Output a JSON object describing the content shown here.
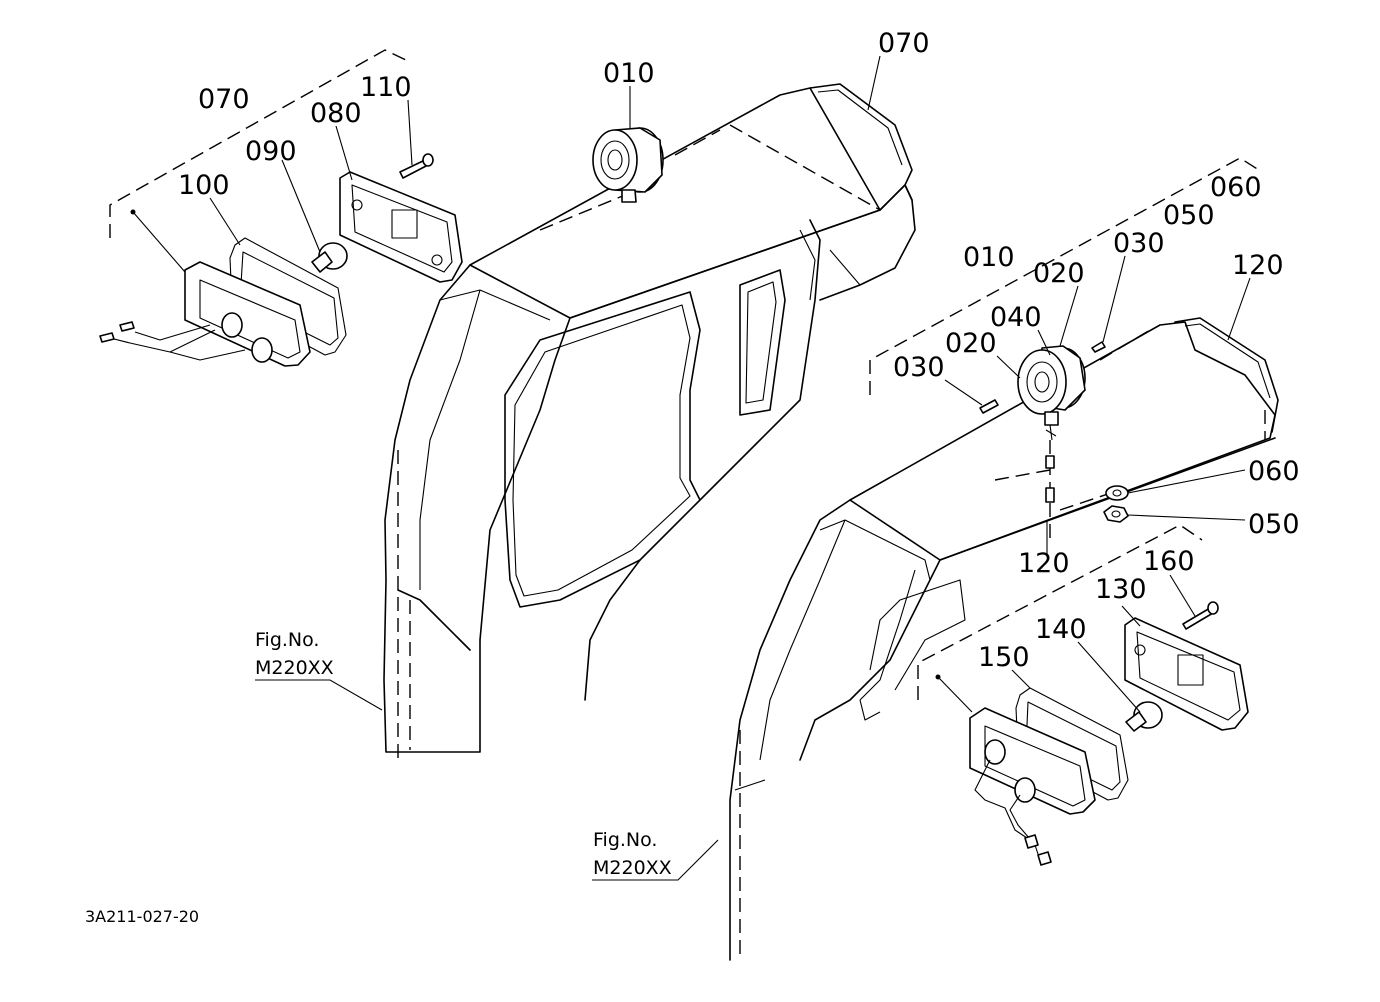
{
  "callouts": [
    {
      "id": "c-010-top",
      "text": "010"
    },
    {
      "id": "c-070-top",
      "text": "070"
    },
    {
      "id": "c-070-left",
      "text": "070"
    },
    {
      "id": "c-110",
      "text": "110"
    },
    {
      "id": "c-080",
      "text": "080"
    },
    {
      "id": "c-090",
      "text": "090"
    },
    {
      "id": "c-100",
      "text": "100"
    },
    {
      "id": "c-060-a",
      "text": "060"
    },
    {
      "id": "c-050-a",
      "text": "050"
    },
    {
      "id": "c-030-a",
      "text": "030"
    },
    {
      "id": "c-010-right",
      "text": "010"
    },
    {
      "id": "c-020-a",
      "text": "020"
    },
    {
      "id": "c-040",
      "text": "040"
    },
    {
      "id": "c-020-b",
      "text": "020"
    },
    {
      "id": "c-030-b",
      "text": "030"
    },
    {
      "id": "c-120-a",
      "text": "120"
    },
    {
      "id": "c-060-b",
      "text": "060"
    },
    {
      "id": "c-050-b",
      "text": "050"
    },
    {
      "id": "c-120-b",
      "text": "120"
    },
    {
      "id": "c-160",
      "text": "160"
    },
    {
      "id": "c-130",
      "text": "130"
    },
    {
      "id": "c-140",
      "text": "140"
    },
    {
      "id": "c-150",
      "text": "150"
    }
  ],
  "figure_refs": [
    {
      "line1": "Fig.No.",
      "line2": "M220XX"
    },
    {
      "line1": "Fig.No.",
      "line2": "M220XX"
    }
  ],
  "drawing_code": "3A211-027-20"
}
